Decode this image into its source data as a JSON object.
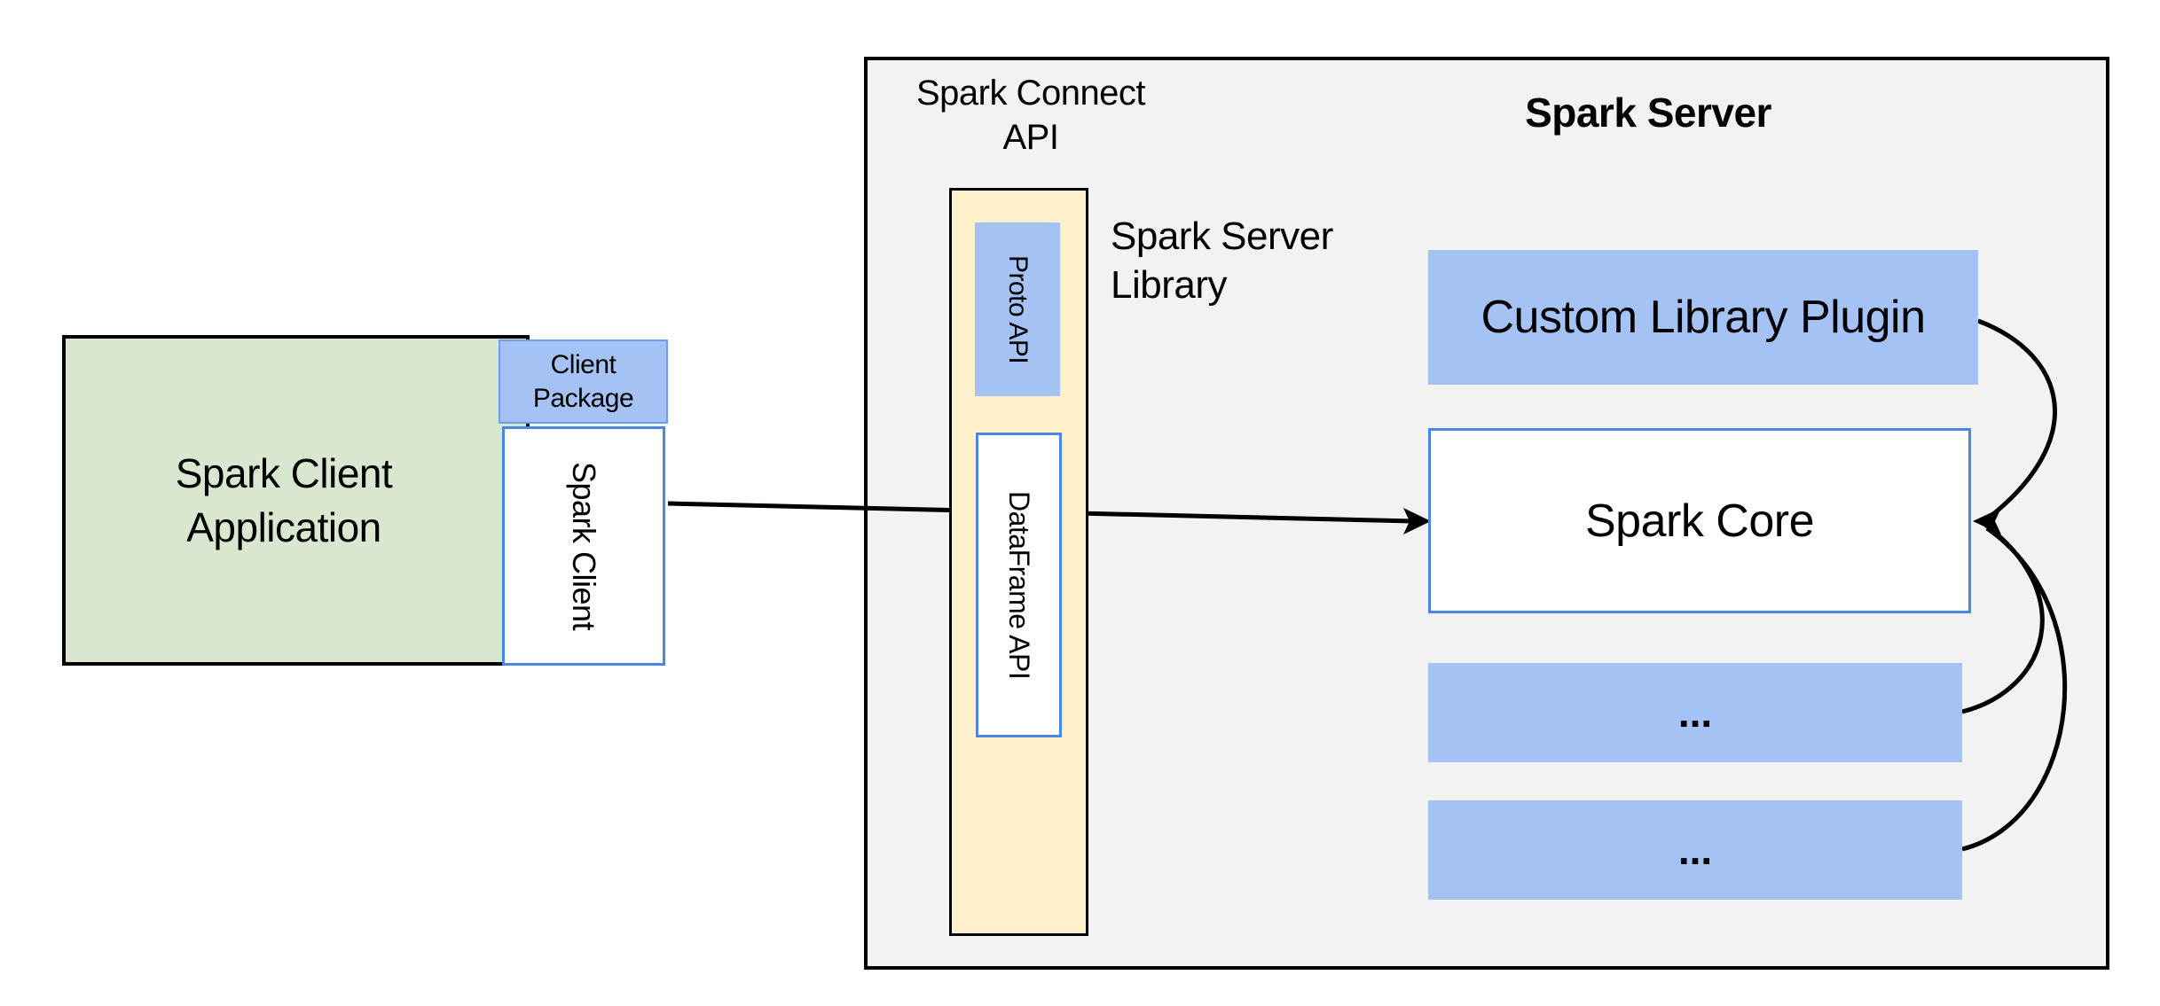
{
  "colors": {
    "green_fill": "#d9e7d1",
    "blue_fill": "#a4c2f4",
    "blue_border": "#4a86e8",
    "package_border": "#6d9eeb",
    "cream_fill": "#fdf0cb",
    "gray_fill": "#f2f2f2",
    "line_color": "#000000"
  },
  "nodes": {
    "client_app": {
      "label": "Spark Client\nApplication"
    },
    "client_package": {
      "label": "Client\nPackage"
    },
    "spark_client": {
      "label": "Spark Client"
    },
    "spark_connect_api": {
      "label": "Spark Connect\nAPI"
    },
    "proto_api": {
      "label": "Proto API"
    },
    "dataframe_api": {
      "label": "DataFrame API"
    },
    "spark_server_library": {
      "label": "Spark Server\nLibrary"
    },
    "spark_server": {
      "label": "Spark Server"
    },
    "custom_library_plugin": {
      "label": "Custom Library Plugin"
    },
    "spark_core": {
      "label": "Spark Core"
    },
    "plugin_slot_1": {
      "label": "..."
    },
    "plugin_slot_2": {
      "label": "..."
    }
  }
}
